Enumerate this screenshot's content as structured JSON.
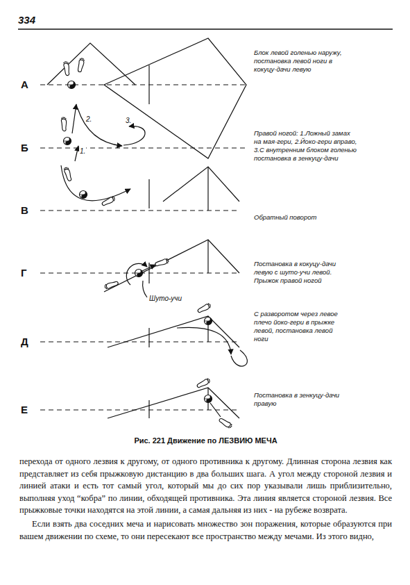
{
  "diagram": {
    "caption": "Рис. 221 Движение по ЛЕЗВИЮ МЕЧА",
    "labels": [
      "334",
      "А",
      "Б",
      "В",
      "Г",
      "Д",
      "Е",
      "Блок левой голенью наружу, постановка левой ноги в кокуцу-дачи левую",
      "1.",
      "2.",
      "3.",
      "Правой ногой: 1.Ложный замах на мая-гери, 2.Йоко-гери вправо, 3.С внутренним блоком голенью постановка в зенкуцу-дачи",
      "Обратный поворот",
      "Шуто-учи",
      "Постановка в кокуцу-дачи левую с шуто-учи левой. Прыжок правой ногой",
      "С разворотом через левое плечо йоко-гери в прыжке левой, постановка левой ноги",
      "Постановка в зенкуцу-дачи правую",
      "перехода от одного лезвия к другому, от одного противника к другому. Длинная сторона лезвия как представляет из себя прыжковую дистанцию в два больших шага. А угол между стороной лезвия и линией атаки и есть тот самый угол, который мы до сих пор указывали лишь приблизительно, выполняя уход “кобра” по линии, обходящей противника. Эта линия является стороной лезвия. Все прыжковые точки находятся на этой линии, а самая дальняя из них - на рубеже возврата.",
      "Если взять два соседних меча и нарисовать множество зон поражения, которые образуются при вашем движении по схеме, то они пересекают все пространство между мечами. Из этого видно,"
    ]
  }
}
